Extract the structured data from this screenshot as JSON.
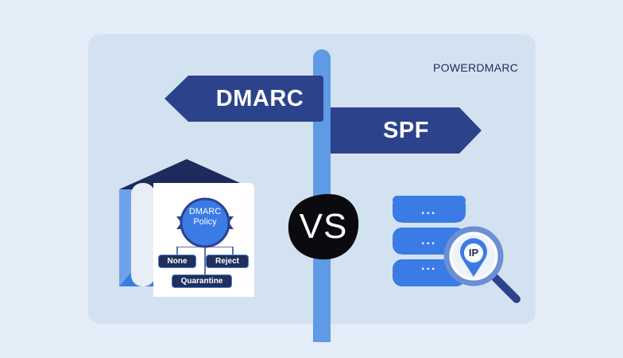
{
  "brand": {
    "logo_text": "POWERDMARC"
  },
  "signs": {
    "left": "DMARC",
    "right": "SPF"
  },
  "versus": "VS",
  "policy": {
    "title_line1": "DMARC",
    "title_line2": "Policy",
    "options": [
      "None",
      "Reject",
      "Quarantine"
    ]
  },
  "database": {
    "dots": "...",
    "pin_label": "IP"
  },
  "colors": {
    "background": "#e3edf8",
    "card": "#d3e2f0",
    "navy": "#2c438c",
    "pole": "#5f9ae6",
    "accent_blue": "#3b7be6"
  }
}
